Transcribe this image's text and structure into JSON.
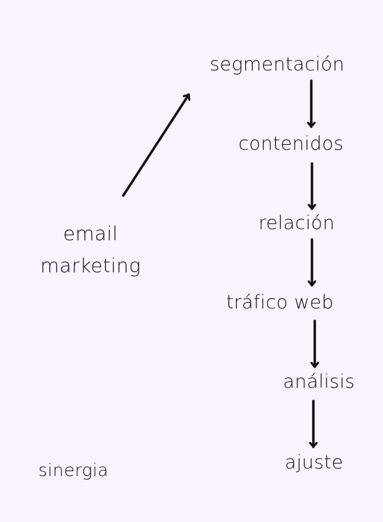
{
  "diagram": {
    "start_node": {
      "lines": [
        "email",
        "marketing"
      ]
    },
    "steps": [
      {
        "label": "segmentación"
      },
      {
        "label": "contenidos"
      },
      {
        "label": "relación"
      },
      {
        "label": "tráfico web"
      },
      {
        "label": "análisis"
      },
      {
        "label": "ajuste"
      }
    ],
    "footer_label": "sinergia",
    "colors": {
      "background": "#f9f4fd",
      "ink": "#111111"
    }
  }
}
